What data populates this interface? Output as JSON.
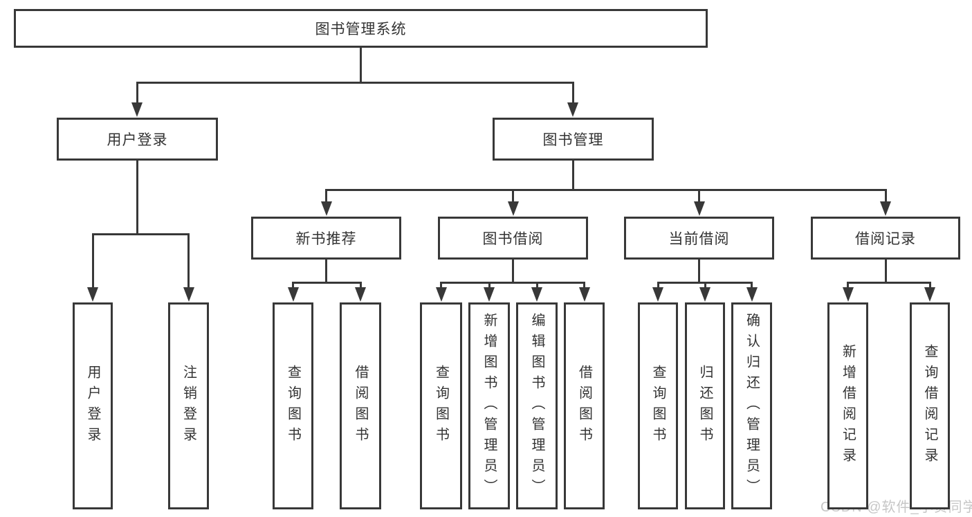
{
  "diagram": {
    "title": "图书管理系统",
    "nodes": {
      "root": {
        "label": "图书管理系统"
      },
      "user_login": {
        "label": "用户登录"
      },
      "book_mgmt": {
        "label": "图书管理"
      },
      "new_book_rec": {
        "label": "新书推荐"
      },
      "book_borrow": {
        "label": "图书借阅"
      },
      "current_borrow": {
        "label": "当前借阅"
      },
      "borrow_record": {
        "label": "借阅记录"
      },
      "ul_login": {
        "label": "用户登录"
      },
      "ul_logout": {
        "label": "注销登录"
      },
      "nb_query": {
        "label": "查询图书"
      },
      "nb_borrow": {
        "label": "借阅图书"
      },
      "bb_query": {
        "label": "查询图书"
      },
      "bb_add": {
        "label": "新增图书（管理员）"
      },
      "bb_edit": {
        "label": "编辑图书（管理员）"
      },
      "bb_borrow": {
        "label": "借阅图书"
      },
      "cb_query": {
        "label": "查询图书"
      },
      "cb_return": {
        "label": "归还图书"
      },
      "cb_confirm": {
        "label": "确认归还（管理员）"
      },
      "br_add": {
        "label": "新增借阅记录"
      },
      "br_query": {
        "label": "查询借阅记录"
      }
    }
  },
  "colors": {
    "line": "#383838",
    "text": "#333333",
    "background": "#ffffff",
    "watermark": "#c6c6c6"
  },
  "watermark": {
    "text": "CSDN @软件_小贺同学"
  }
}
